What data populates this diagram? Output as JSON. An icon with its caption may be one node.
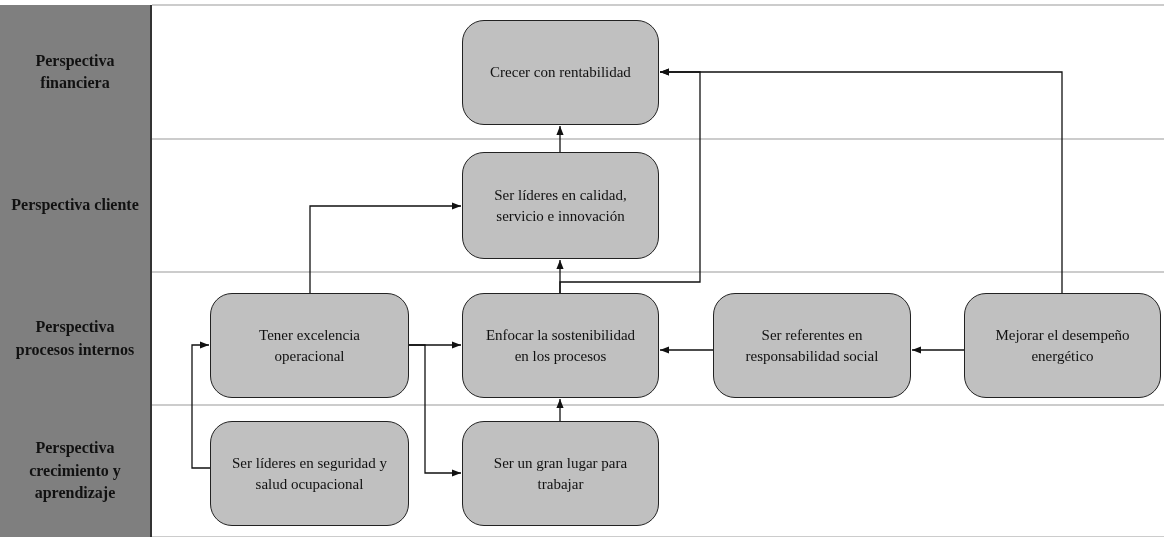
{
  "diagram": {
    "nodes": [
      {
        "text": [
          "Perspectiva financiera"
        ]
      },
      {
        "text": [
          "Perspectiva cliente"
        ]
      },
      {
        "text": [
          "Perspectiva procesos internos"
        ]
      },
      {
        "text": [
          "Perspectiva crecimiento y aprendizaje"
        ]
      },
      {
        "text": [
          "Crecer con rentabilidad"
        ]
      },
      {
        "text": [
          "Ser líderes en calidad, servicio e innovación"
        ]
      },
      {
        "text": [
          "Tener excelencia operacional"
        ]
      },
      {
        "text": [
          "Enfocar la sostenibilidad en los procesos"
        ]
      },
      {
        "text": [
          "Ser referentes en responsabilidad social"
        ]
      },
      {
        "text": [
          "Mejorar el desempeño energético"
        ]
      },
      {
        "text": [
          "Ser líderes en seguridad y salud ocupacional"
        ]
      },
      {
        "text": [
          "Ser un gran lugar para trabajar"
        ]
      }
    ],
    "edges": [
      {
        "from": 5,
        "to": 4,
        "arrow": "to"
      },
      {
        "from": 7,
        "to": 5,
        "arrow": "to"
      },
      {
        "from": 7,
        "to": 4,
        "arrow": "to"
      },
      {
        "from": 9,
        "to": 4,
        "arrow": "to"
      },
      {
        "from": 6,
        "to": 5,
        "arrow": "to"
      },
      {
        "from": 6,
        "to": 7,
        "arrow": "to"
      },
      {
        "from": 6,
        "to": 11,
        "arrow": "to"
      },
      {
        "from": 10,
        "to": 6,
        "arrow": "to"
      },
      {
        "from": 11,
        "to": 7,
        "arrow": "to"
      },
      {
        "from": 8,
        "to": 7,
        "arrow": "to"
      },
      {
        "from": 9,
        "to": 8,
        "arrow": "to"
      }
    ]
  }
}
